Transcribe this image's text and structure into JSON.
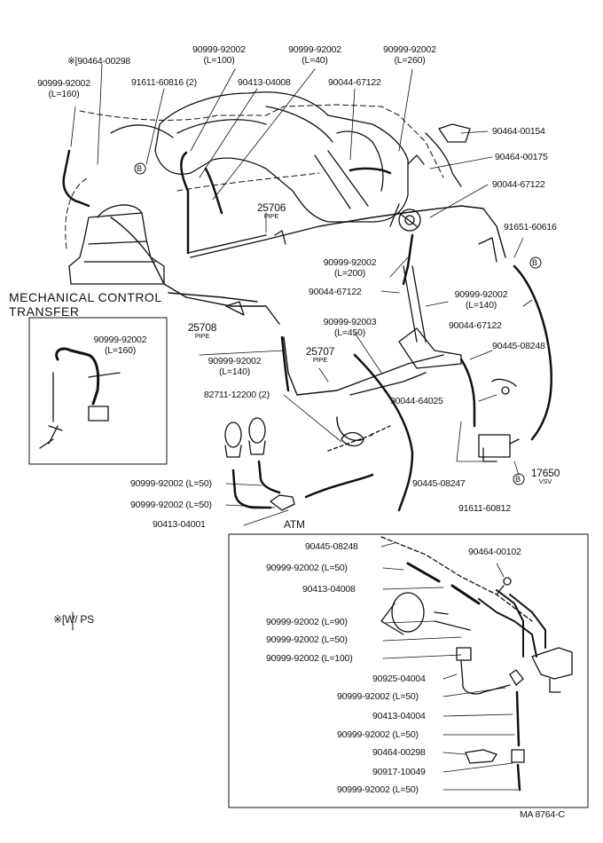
{
  "labels": {
    "note_w_ps": "※[90464-00298",
    "p_160a": "90999-92002",
    "p_160a_len": "(L=160)",
    "p_91611_60816": "91611-60816 (2)",
    "p_100": "90999-92002",
    "p_100_len": "(L=100)",
    "p_90413_04008a": "90413-04008",
    "p_40": "90999-92002",
    "p_40_len": "(L=40)",
    "p_90044_67122a": "90044-67122",
    "p_260": "90999-92002",
    "p_260_len": "(L=260)",
    "p_90464_00154": "90464-00154",
    "p_90464_00175": "90464-00175",
    "p_90044_67122b": "90044-67122",
    "p_25706": "25706",
    "p_25706_sub": "PIPE",
    "p_91651_60616": "91651-60616",
    "p_200": "90999-92002",
    "p_200_len": "(L=200)",
    "p_90044_67122c": "90044-67122",
    "p_140a": "90999-92002",
    "p_140a_len": "(L=140)",
    "p_90044_67122d": "90044-67122",
    "mech1": "MECHANICAL CONTROL",
    "mech2": "TRANSFER",
    "p_25708": "25708",
    "p_25708_sub": "PIPE",
    "p_450": "90999-92003",
    "p_450_len": "(L=450)",
    "p_90445_08248a": "90445-08248",
    "p_inset_160": "90999-92002",
    "p_inset_160_len": "(L=160)",
    "p_140b": "90999-92002",
    "p_140b_len": "(L=140)",
    "p_25707": "25707",
    "p_25707_sub": "PIPE",
    "p_90044_64025": "90044-64025",
    "p_82711": "82711-12200 (2)",
    "p_90445_08247": "90445-08247",
    "p_17650": "17650",
    "p_17650_sub": "VSV",
    "p_91611_60812": "91611-60812",
    "p_50a": "90999-92002 (L=50)",
    "p_50b": "90999-92002 (L=50)",
    "p_90413_04001": "90413-04001",
    "atm": "ATM",
    "c_90445_08248": "90445-08248",
    "c_50a": "90999-92002 (L=50)",
    "c_90413_04008": "90413-04008",
    "c_90464_00102": "90464-00102",
    "c_90": "90999-92002 (L=90)",
    "c_50b": "90999-92002 (L=50)",
    "c_100": "90999-92002 (L=100)",
    "c_90925": "90925-04004",
    "c_50c": "90999-92002 (L=50)",
    "c_90413_04004": "90413-04004",
    "c_50d": "90999-92002 (L=50)",
    "c_90464_00298": "90464-00298",
    "c_90917": "90917-10049",
    "c_50e": "90999-92002 (L=50)",
    "wps": "※[W/ PS",
    "b_marker": "B",
    "footer": "MA  8764-C"
  }
}
